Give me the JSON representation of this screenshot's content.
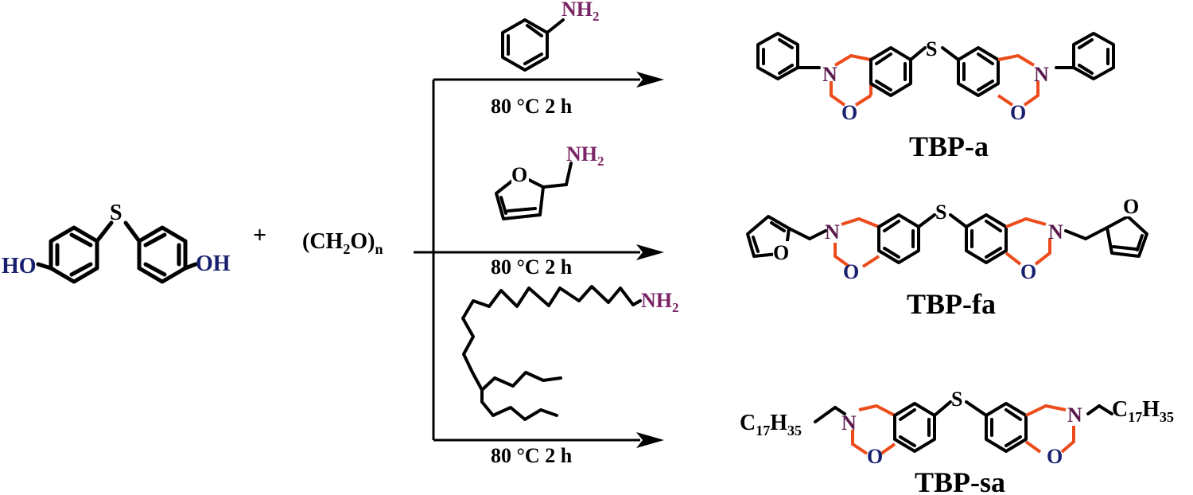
{
  "colors": {
    "black": "#000000",
    "hydroxyl_blue": "#18206e",
    "amine_purple": "#7a2466",
    "oxazine_orange": "#ec4b1b"
  },
  "reactant": {
    "s_label": "S",
    "ho_left": "HO",
    "oh_right": "OH"
  },
  "plus_sign": "+",
  "paraformaldehyde": {
    "main": "(CH",
    "sub1": "2",
    "mid": "O)",
    "sub2": "n"
  },
  "amines": {
    "aniline": {
      "nh": "NH",
      "sub": "2"
    },
    "furfurylamine": {
      "o": "O",
      "nh": "NH",
      "sub": "2"
    },
    "stearylamine": {
      "nh": "NH",
      "sub": "2"
    }
  },
  "conditions": [
    {
      "temp": "80",
      "unit": "°C",
      "time": "2 h"
    },
    {
      "temp": "80",
      "unit": "°C",
      "time": "2 h"
    },
    {
      "temp": "80",
      "unit": "°C",
      "time": "2 h"
    }
  ],
  "products": [
    {
      "name": "TBP-a"
    },
    {
      "name": "TBP-fa"
    },
    {
      "name": "TBP-sa"
    }
  ],
  "atoms": {
    "n": "N",
    "o": "O",
    "s": "S"
  },
  "alkyl": {
    "c": "C",
    "c_sub": "17",
    "h": "H",
    "h_sub": "35"
  }
}
